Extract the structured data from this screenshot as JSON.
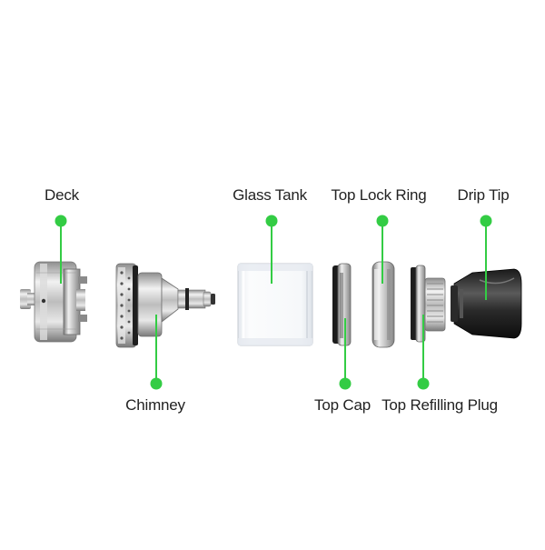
{
  "colors": {
    "accent": "#33cc44",
    "text": "#222222",
    "metal": "#c9c9c9"
  },
  "parts": {
    "deck": "Deck",
    "chimney": "Chimney",
    "glass_tank": "Glass Tank",
    "top_cap": "Top Cap",
    "top_lock_ring": "Top Lock Ring",
    "top_refilling_plug": "Top Refilling Plug",
    "drip_tip": "Drip Tip"
  }
}
